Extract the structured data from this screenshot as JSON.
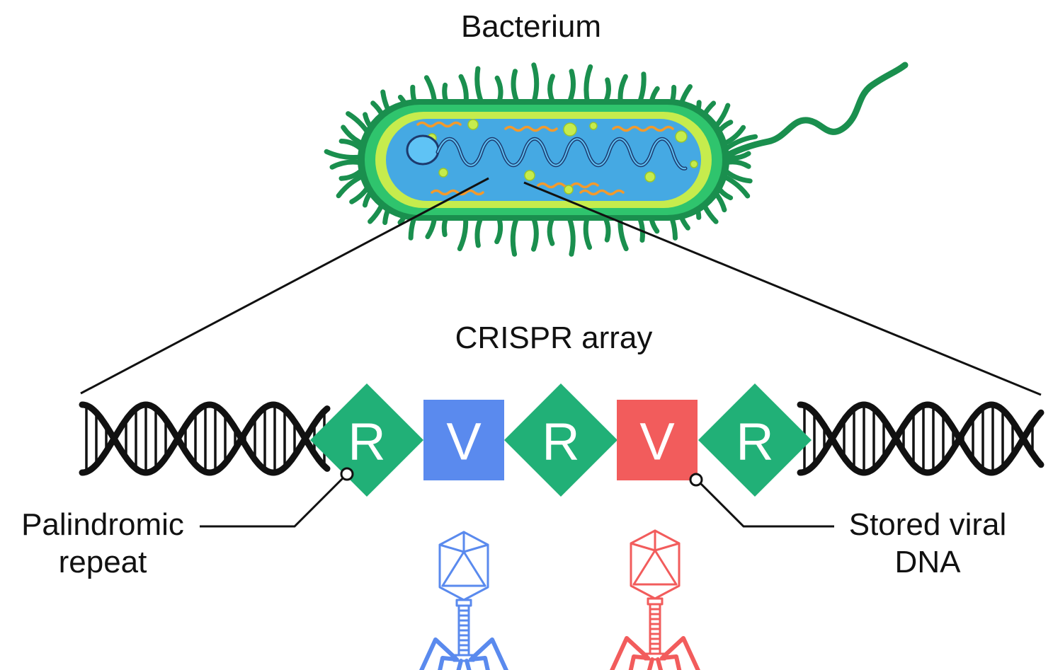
{
  "titles": {
    "bacterium": "Bacterium",
    "array": "CRISPR array"
  },
  "callouts": {
    "left": {
      "line1": "Palindromic",
      "line2": "repeat"
    },
    "right": {
      "line1": "Stored viral",
      "line2": "DNA"
    }
  },
  "array_blocks": [
    {
      "letter": "R",
      "kind": "repeat",
      "shape": "diamond",
      "color": "#21b077"
    },
    {
      "letter": "V",
      "kind": "viral",
      "shape": "square",
      "color": "#5a8aee"
    },
    {
      "letter": "R",
      "kind": "repeat",
      "shape": "diamond",
      "color": "#21b077"
    },
    {
      "letter": "V",
      "kind": "viral",
      "shape": "square",
      "color": "#f25c5c"
    },
    {
      "letter": "R",
      "kind": "repeat",
      "shape": "diamond",
      "color": "#21b077"
    }
  ],
  "phages": [
    {
      "color": "#5a8aee"
    },
    {
      "color": "#f25c5c"
    }
  ],
  "colors": {
    "bacterium_outer": "#1a8f4e",
    "bacterium_mid": "#2fc46d",
    "bacterium_inner": "#c6ec4d",
    "cytoplasm": "#45a9e3",
    "dna_strand": "#111111"
  }
}
